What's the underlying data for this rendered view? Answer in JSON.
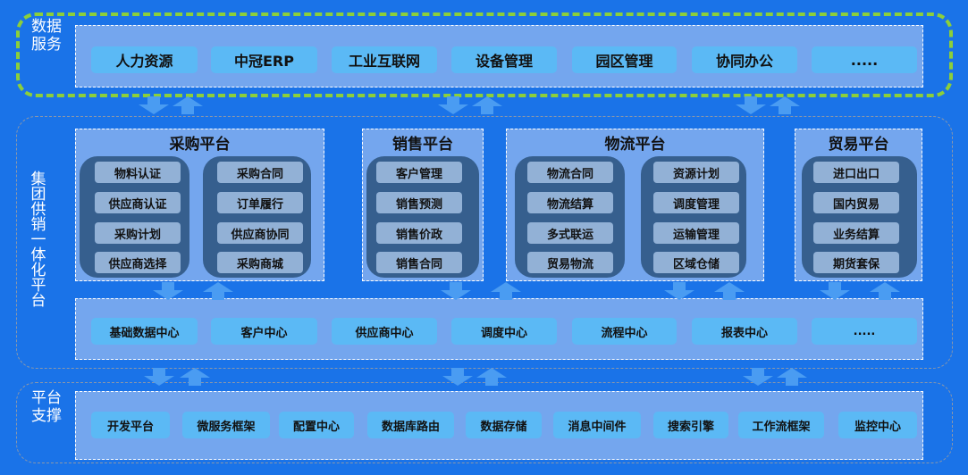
{
  "colors": {
    "background": "#1a73e8",
    "panel": "#74a6ee",
    "chip": "#5bb9f5",
    "group": "#365f8e",
    "item": "#92b1d6",
    "green_border": "#8ccf3a",
    "arrow": "#4a9cf2"
  },
  "data_service": {
    "label": "数据服务",
    "items": [
      "人力资源",
      "中冠ERP",
      "工业互联网",
      "设备管理",
      "园区管理",
      "协同办公",
      "....."
    ]
  },
  "supply_platform": {
    "label": "集团供销一体化平台",
    "platforms": [
      {
        "title": "采购平台",
        "groups": [
          [
            "物料认证",
            "供应商认证",
            "采购计划",
            "供应商选择"
          ],
          [
            "采购合同",
            "订单履行",
            "供应商协同",
            "采购商城"
          ]
        ]
      },
      {
        "title": "销售平台",
        "groups": [
          [
            "客户管理",
            "销售预测",
            "销售价政",
            "销售合同"
          ]
        ]
      },
      {
        "title": "物流平台",
        "groups": [
          [
            "物流合同",
            "物流结算",
            "多式联运",
            "贸易物流"
          ],
          [
            "资源计划",
            "调度管理",
            "运输管理",
            "区域仓储"
          ]
        ]
      },
      {
        "title": "贸易平台",
        "groups": [
          [
            "进口出口",
            "国内贸易",
            "业务结算",
            "期货套保"
          ]
        ]
      }
    ],
    "centers": [
      "基础数据中心",
      "客户中心",
      "供应商中心",
      "调度中心",
      "流程中心",
      "报表中心",
      "....."
    ]
  },
  "platform_support": {
    "label": "平台支撑",
    "items": [
      "开发平台",
      "微服务框架",
      "配置中心",
      "数据库路由",
      "数据存储",
      "消息中间件",
      "搜索引擎",
      "工作流框架",
      "监控中心"
    ]
  }
}
